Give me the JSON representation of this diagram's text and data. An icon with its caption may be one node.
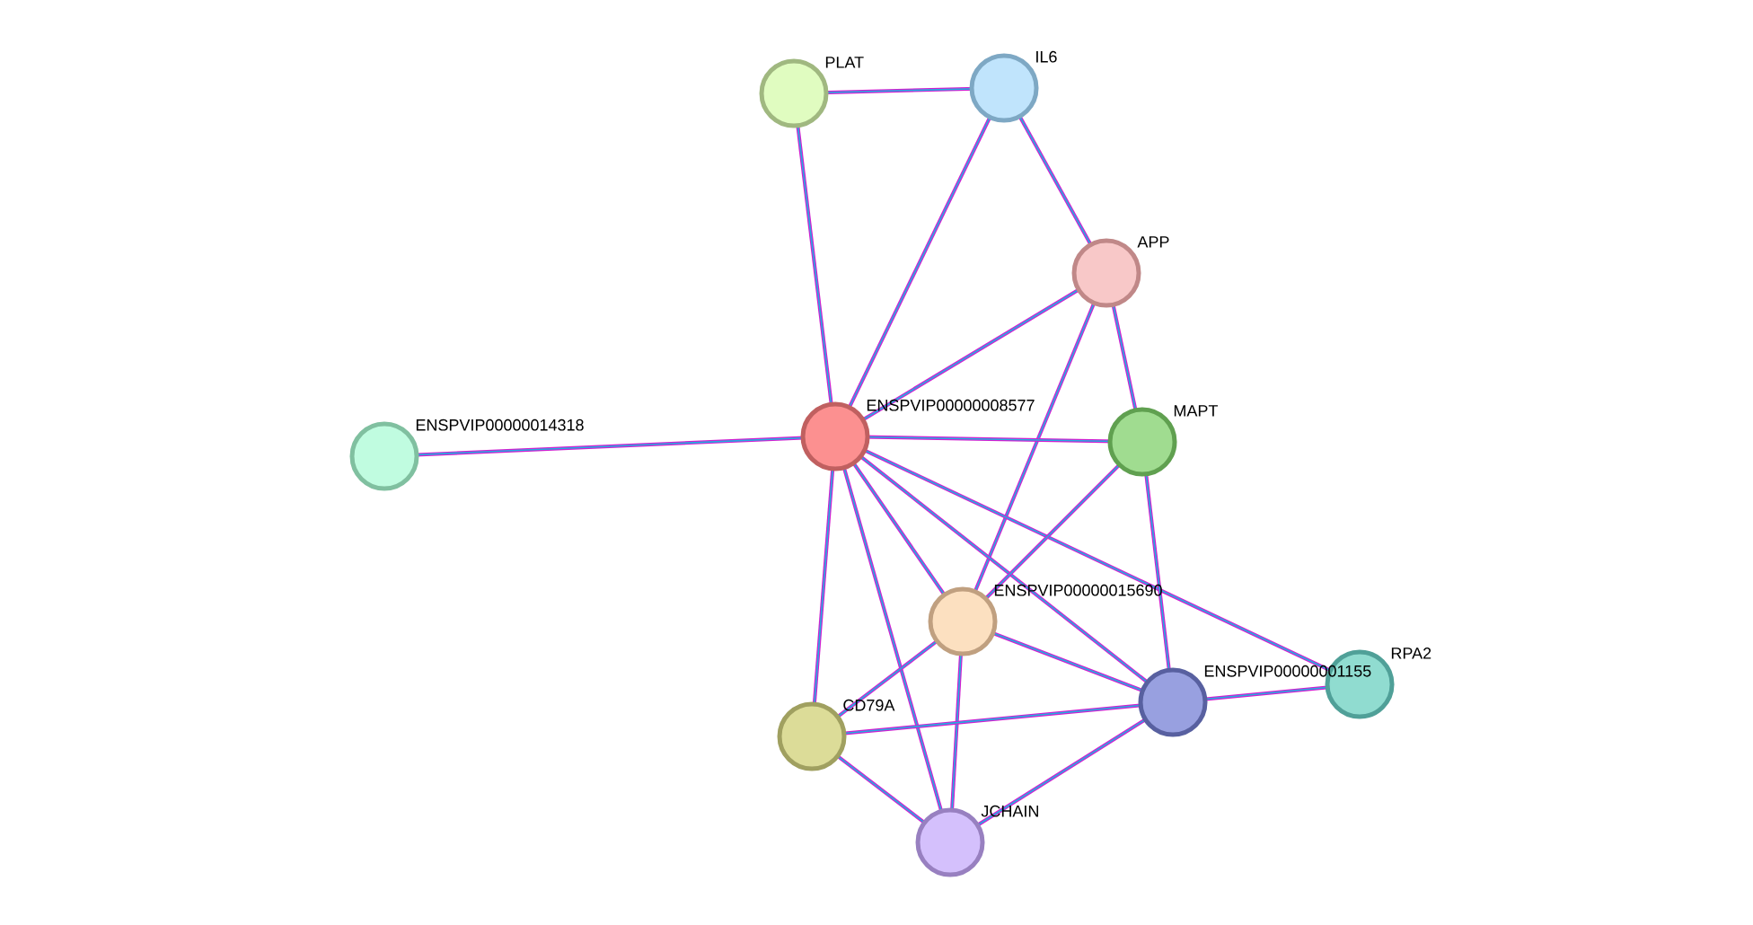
{
  "diagram": {
    "nodes": [
      {
        "text": [
          "PLAT"
        ]
      },
      {
        "text": [
          "IL6"
        ]
      },
      {
        "text": [
          "APP"
        ]
      },
      {
        "text": [
          "ENSPVIP00000014318"
        ]
      },
      {
        "text": [
          "ENSPVIP00000008577"
        ]
      },
      {
        "text": [
          "MAPT"
        ]
      },
      {
        "text": [
          "ENSPVIP00000015690"
        ]
      },
      {
        "text": [
          "RPA2"
        ]
      },
      {
        "text": [
          "ENSPVIP00000001155"
        ]
      },
      {
        "text": [
          "CD79A"
        ]
      },
      {
        "text": [
          "JCHAIN"
        ]
      }
    ],
    "edges": [
      {
        "from": 0,
        "to": 1,
        "arrow": "none"
      },
      {
        "from": 0,
        "to": 4,
        "arrow": "none"
      },
      {
        "from": 1,
        "to": 4,
        "arrow": "none"
      },
      {
        "from": 1,
        "to": 2,
        "arrow": "none"
      },
      {
        "from": 2,
        "to": 4,
        "arrow": "none"
      },
      {
        "from": 2,
        "to": 5,
        "arrow": "none"
      },
      {
        "from": 2,
        "to": 6,
        "arrow": "none"
      },
      {
        "from": 4,
        "to": 3,
        "arrow": "none"
      },
      {
        "from": 4,
        "to": 5,
        "arrow": "none"
      },
      {
        "from": 4,
        "to": 6,
        "arrow": "none"
      },
      {
        "from": 4,
        "to": 8,
        "arrow": "none"
      },
      {
        "from": 4,
        "to": 7,
        "arrow": "none"
      },
      {
        "from": 4,
        "to": 9,
        "arrow": "none"
      },
      {
        "from": 4,
        "to": 10,
        "arrow": "none"
      },
      {
        "from": 5,
        "to": 6,
        "arrow": "none"
      },
      {
        "from": 5,
        "to": 8,
        "arrow": "none"
      },
      {
        "from": 6,
        "to": 8,
        "arrow": "none"
      },
      {
        "from": 6,
        "to": 9,
        "arrow": "none"
      },
      {
        "from": 6,
        "to": 10,
        "arrow": "none"
      },
      {
        "from": 9,
        "to": 8,
        "arrow": "none"
      },
      {
        "from": 9,
        "to": 10,
        "arrow": "none"
      },
      {
        "from": 10,
        "to": 8,
        "arrow": "none"
      },
      {
        "from": 8,
        "to": 7,
        "arrow": "none"
      }
    ]
  }
}
